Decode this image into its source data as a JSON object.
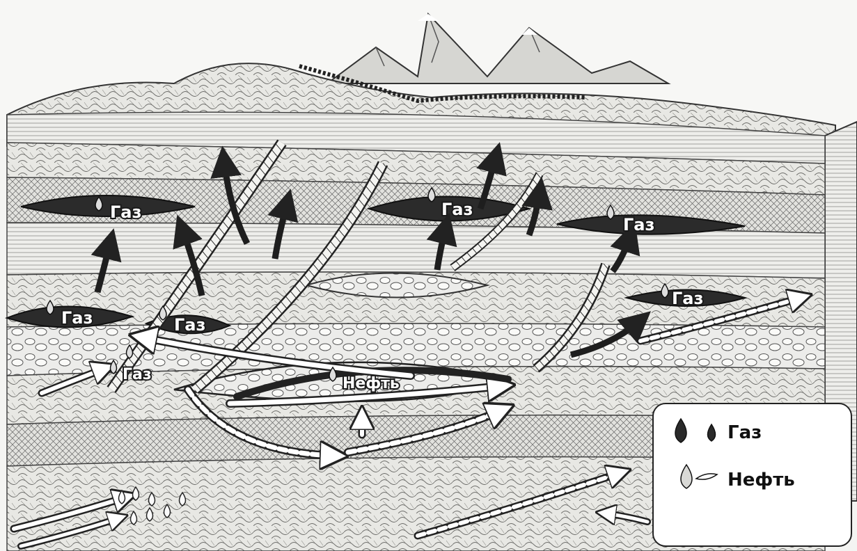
{
  "labels": {
    "gas_1": "Газ",
    "gas_2": "Газ",
    "gas_3": "Газ",
    "gas_4": "Газ",
    "gas_5": "Газ",
    "gas_6": "Газ",
    "gas_7": "Газ",
    "oil_1": "Нефть"
  },
  "legend": {
    "gas_label": "Газ",
    "oil_label": "Нефть"
  },
  "colors": {
    "ink": "#1a1a1a",
    "paper": "#f4f4f2",
    "gas_drop": "#2a2a2a",
    "oil_drop": "#d9d9d6"
  }
}
